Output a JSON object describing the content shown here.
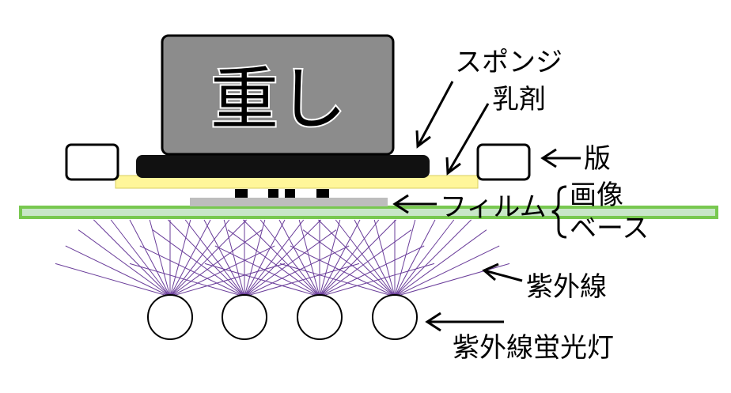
{
  "labels": {
    "weight": "重し",
    "sponge": "スポンジ",
    "emulsion": "乳剤",
    "plate": "版",
    "film": "フィルム",
    "image": "画像",
    "base": "ベース",
    "uv_rays": "紫外線",
    "uv_lamp": "紫外線蛍光灯"
  },
  "colors": {
    "weight_fill": "#8c8c8c",
    "sponge_fill": "#111111",
    "emulsion_fill": "#fff69a",
    "film_fill": "#bdbdbd",
    "base_fill": "#c8e6c8",
    "base_stroke": "#78c850",
    "uv_ray": "#6a3d9a"
  }
}
